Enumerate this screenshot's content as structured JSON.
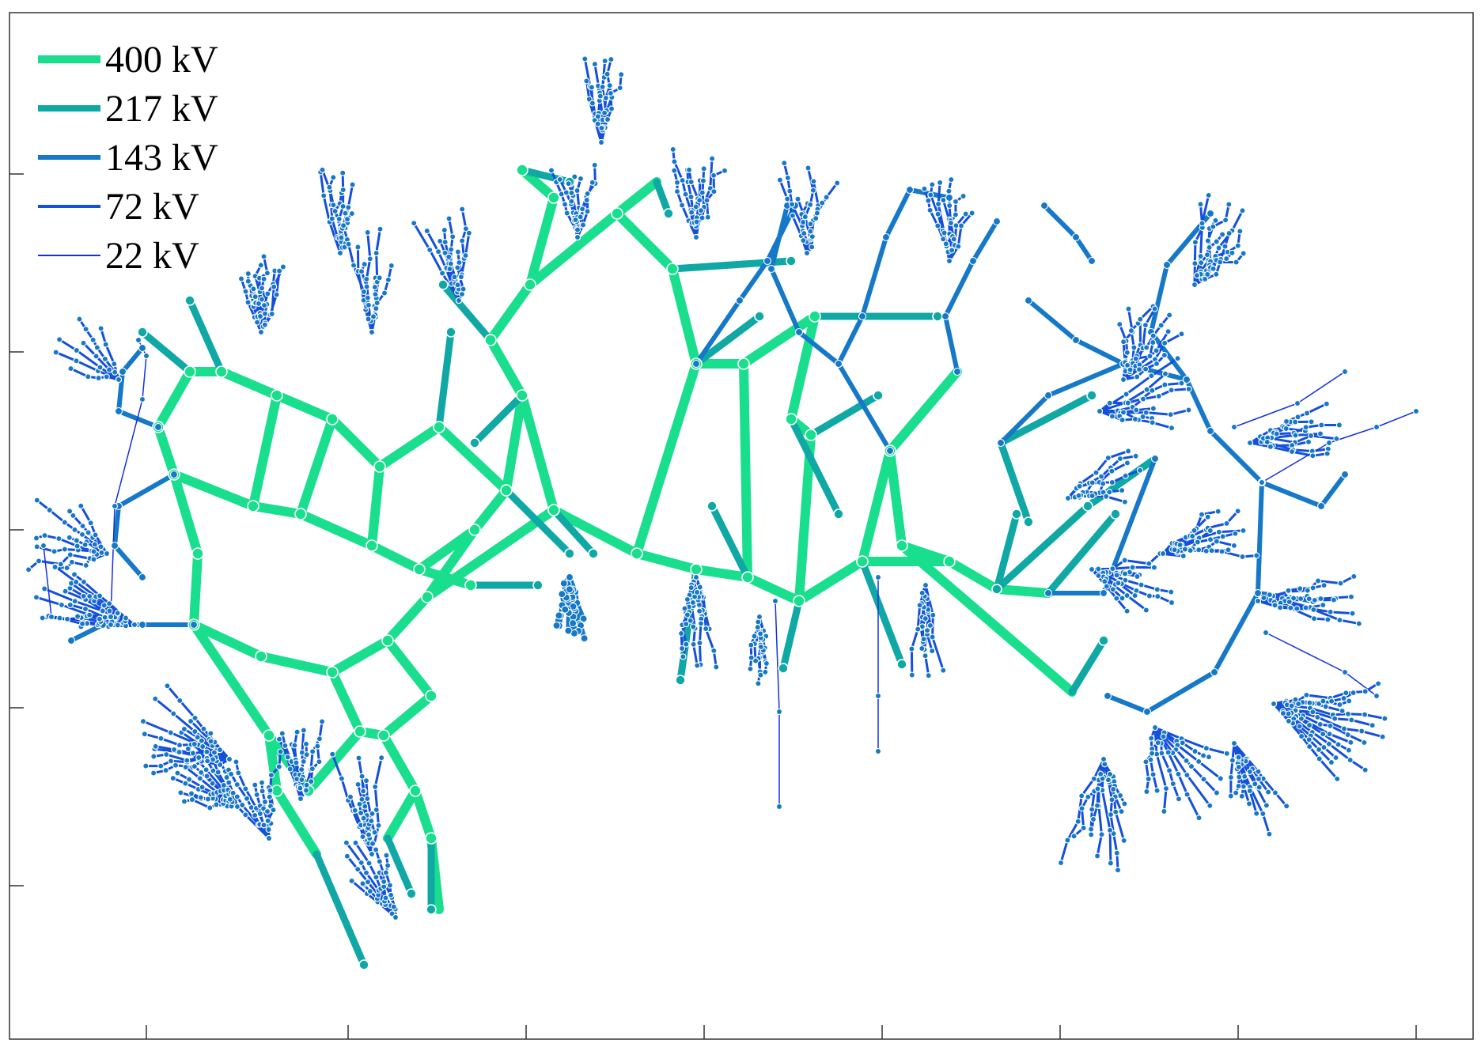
{
  "legend": {
    "entries": [
      {
        "label": "400 kV",
        "color": "#19DE8E"
      },
      {
        "label": "217 kV",
        "color": "#0FA8A4"
      },
      {
        "label": "143 kV",
        "color": "#1578C8"
      },
      {
        "label": "72 kV",
        "color": "#1450DC"
      },
      {
        "label": "22 kV",
        "color": "#1430E6"
      }
    ]
  },
  "colors": {
    "node_fill_400": "#19DE8E",
    "node_fill_low": "#1464D2",
    "node_stroke": "#FFFFFF",
    "axes": "#000000"
  }
}
